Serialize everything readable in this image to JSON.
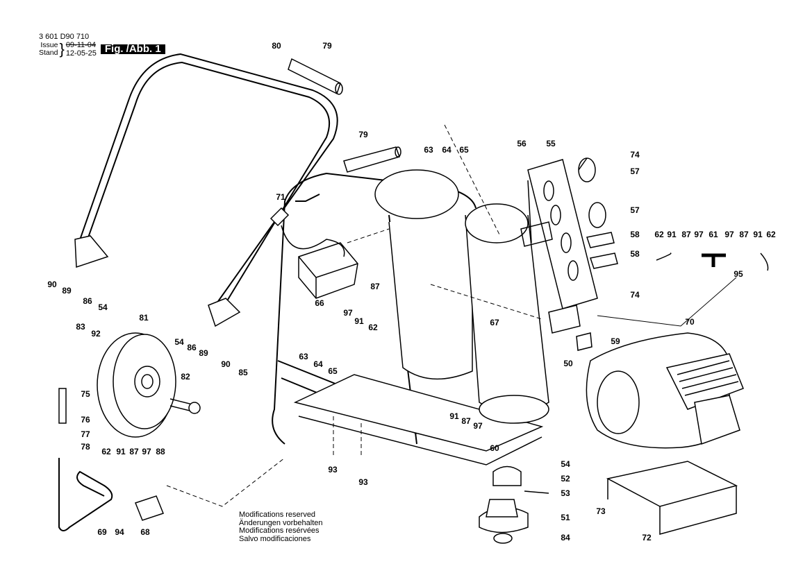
{
  "header": {
    "part_number": "3 601 D90 710",
    "issue_label": "Issue",
    "stand_label": "Stand",
    "issue_date_struck": "09-11-04",
    "stand_date": "12-05-25",
    "figure_label": "Fig. /Abb. 1"
  },
  "notice": {
    "lines": [
      "Modifications reserved",
      "Änderungen vorbehalten",
      "Modifications resérvées",
      "Salvo modificaciones"
    ]
  },
  "callouts": [
    "80",
    "79",
    "79",
    "63",
    "64",
    "65",
    "56",
    "55",
    "74",
    "57",
    "57",
    "58",
    "58",
    "74",
    "71",
    "62",
    "91",
    "87",
    "97",
    "61",
    "97",
    "87",
    "91",
    "62",
    "95",
    "90",
    "89",
    "86",
    "54",
    "87",
    "66",
    "97",
    "91",
    "62",
    "67",
    "83",
    "92",
    "81",
    "54",
    "86",
    "89",
    "90",
    "85",
    "59",
    "70",
    "63",
    "64",
    "65",
    "50",
    "82",
    "75",
    "76",
    "77",
    "78",
    "91",
    "87",
    "97",
    "60",
    "93",
    "93",
    "62",
    "91",
    "87",
    "97",
    "88",
    "54",
    "52",
    "53",
    "73",
    "51",
    "84",
    "72",
    "69",
    "94",
    "68"
  ]
}
